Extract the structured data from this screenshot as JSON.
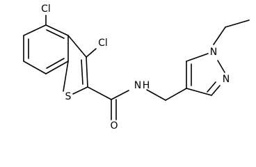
{
  "diagram": {
    "atoms": {
      "cl_top": "Cl",
      "cl_right": "Cl",
      "sulfur": "S",
      "oxygen": "O",
      "amide_nh": "N",
      "amide_h": "H",
      "pyrazole_n1": "N",
      "pyrazole_n2": "N"
    }
  }
}
